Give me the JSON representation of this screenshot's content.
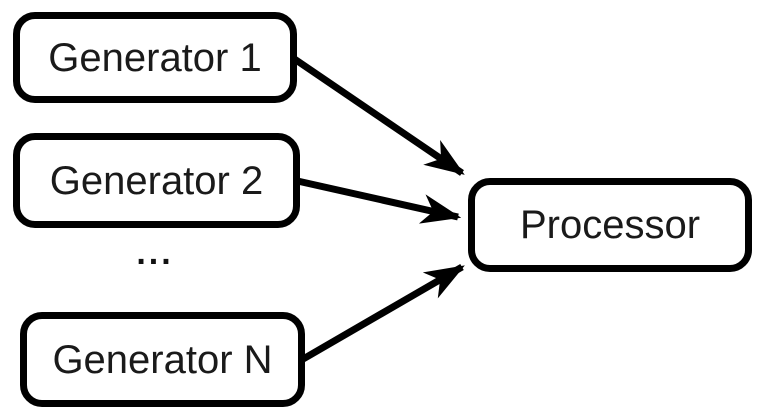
{
  "diagram": {
    "background": "#ffffff",
    "stroke_color": "#000000",
    "nodes": {
      "generator1": {
        "label": "Generator 1"
      },
      "generator2": {
        "label": "Generator 2"
      },
      "generatorN": {
        "label": "Generator N"
      },
      "processor": {
        "label": "Processor"
      }
    },
    "ellipsis": "...",
    "edges": [
      {
        "from": "Generator 1",
        "to": "Processor",
        "style": "arrow"
      },
      {
        "from": "Generator 2",
        "to": "Processor",
        "style": "arrow"
      },
      {
        "from": "Generator N",
        "to": "Processor",
        "style": "arrow"
      }
    ]
  }
}
